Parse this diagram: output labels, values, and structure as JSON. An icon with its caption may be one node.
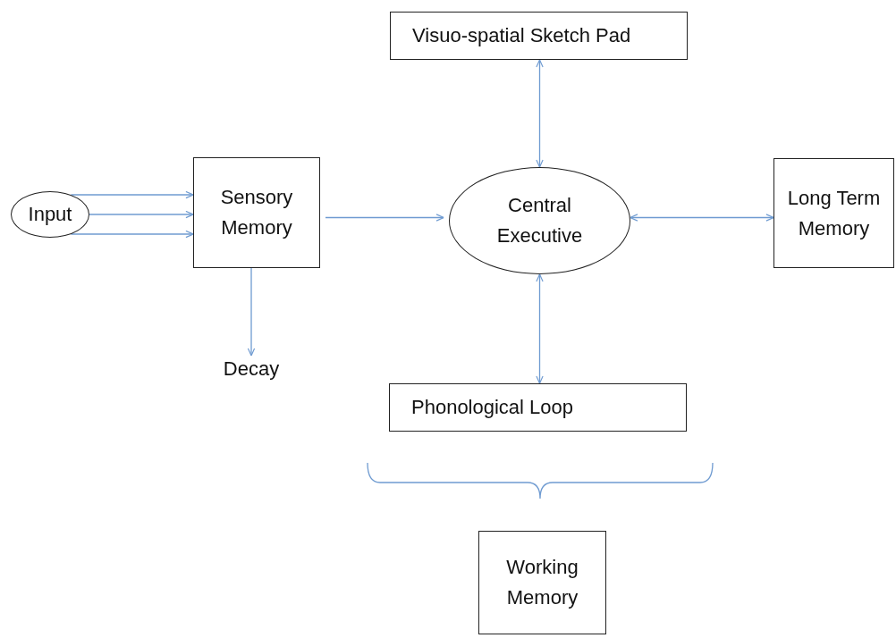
{
  "diagram": {
    "nodes": [
      {
        "text": [
          "Input"
        ]
      },
      {
        "text": [
          "Sensory Memory"
        ]
      },
      {
        "text": [
          "Central Executive"
        ]
      },
      {
        "text": [
          "Visuo-spatial Sketch Pad"
        ]
      },
      {
        "text": [
          "Long Term Memory"
        ]
      },
      {
        "text": [
          "Decay"
        ]
      },
      {
        "text": [
          "Phonological Loop"
        ]
      },
      {
        "text": [
          "Working Memory"
        ]
      }
    ],
    "edges": [
      {
        "from": 0,
        "to": 1,
        "arrow": "to"
      },
      {
        "from": 0,
        "to": 1,
        "arrow": "to"
      },
      {
        "from": 0,
        "to": 1,
        "arrow": "to"
      },
      {
        "from": 1,
        "to": 2,
        "arrow": "to"
      },
      {
        "from": 2,
        "to": 3,
        "arrow": "both"
      },
      {
        "from": 2,
        "to": 4,
        "arrow": "both"
      },
      {
        "from": 2,
        "to": 6,
        "arrow": "both"
      },
      {
        "from": 1,
        "to": 5,
        "arrow": "to"
      }
    ]
  }
}
